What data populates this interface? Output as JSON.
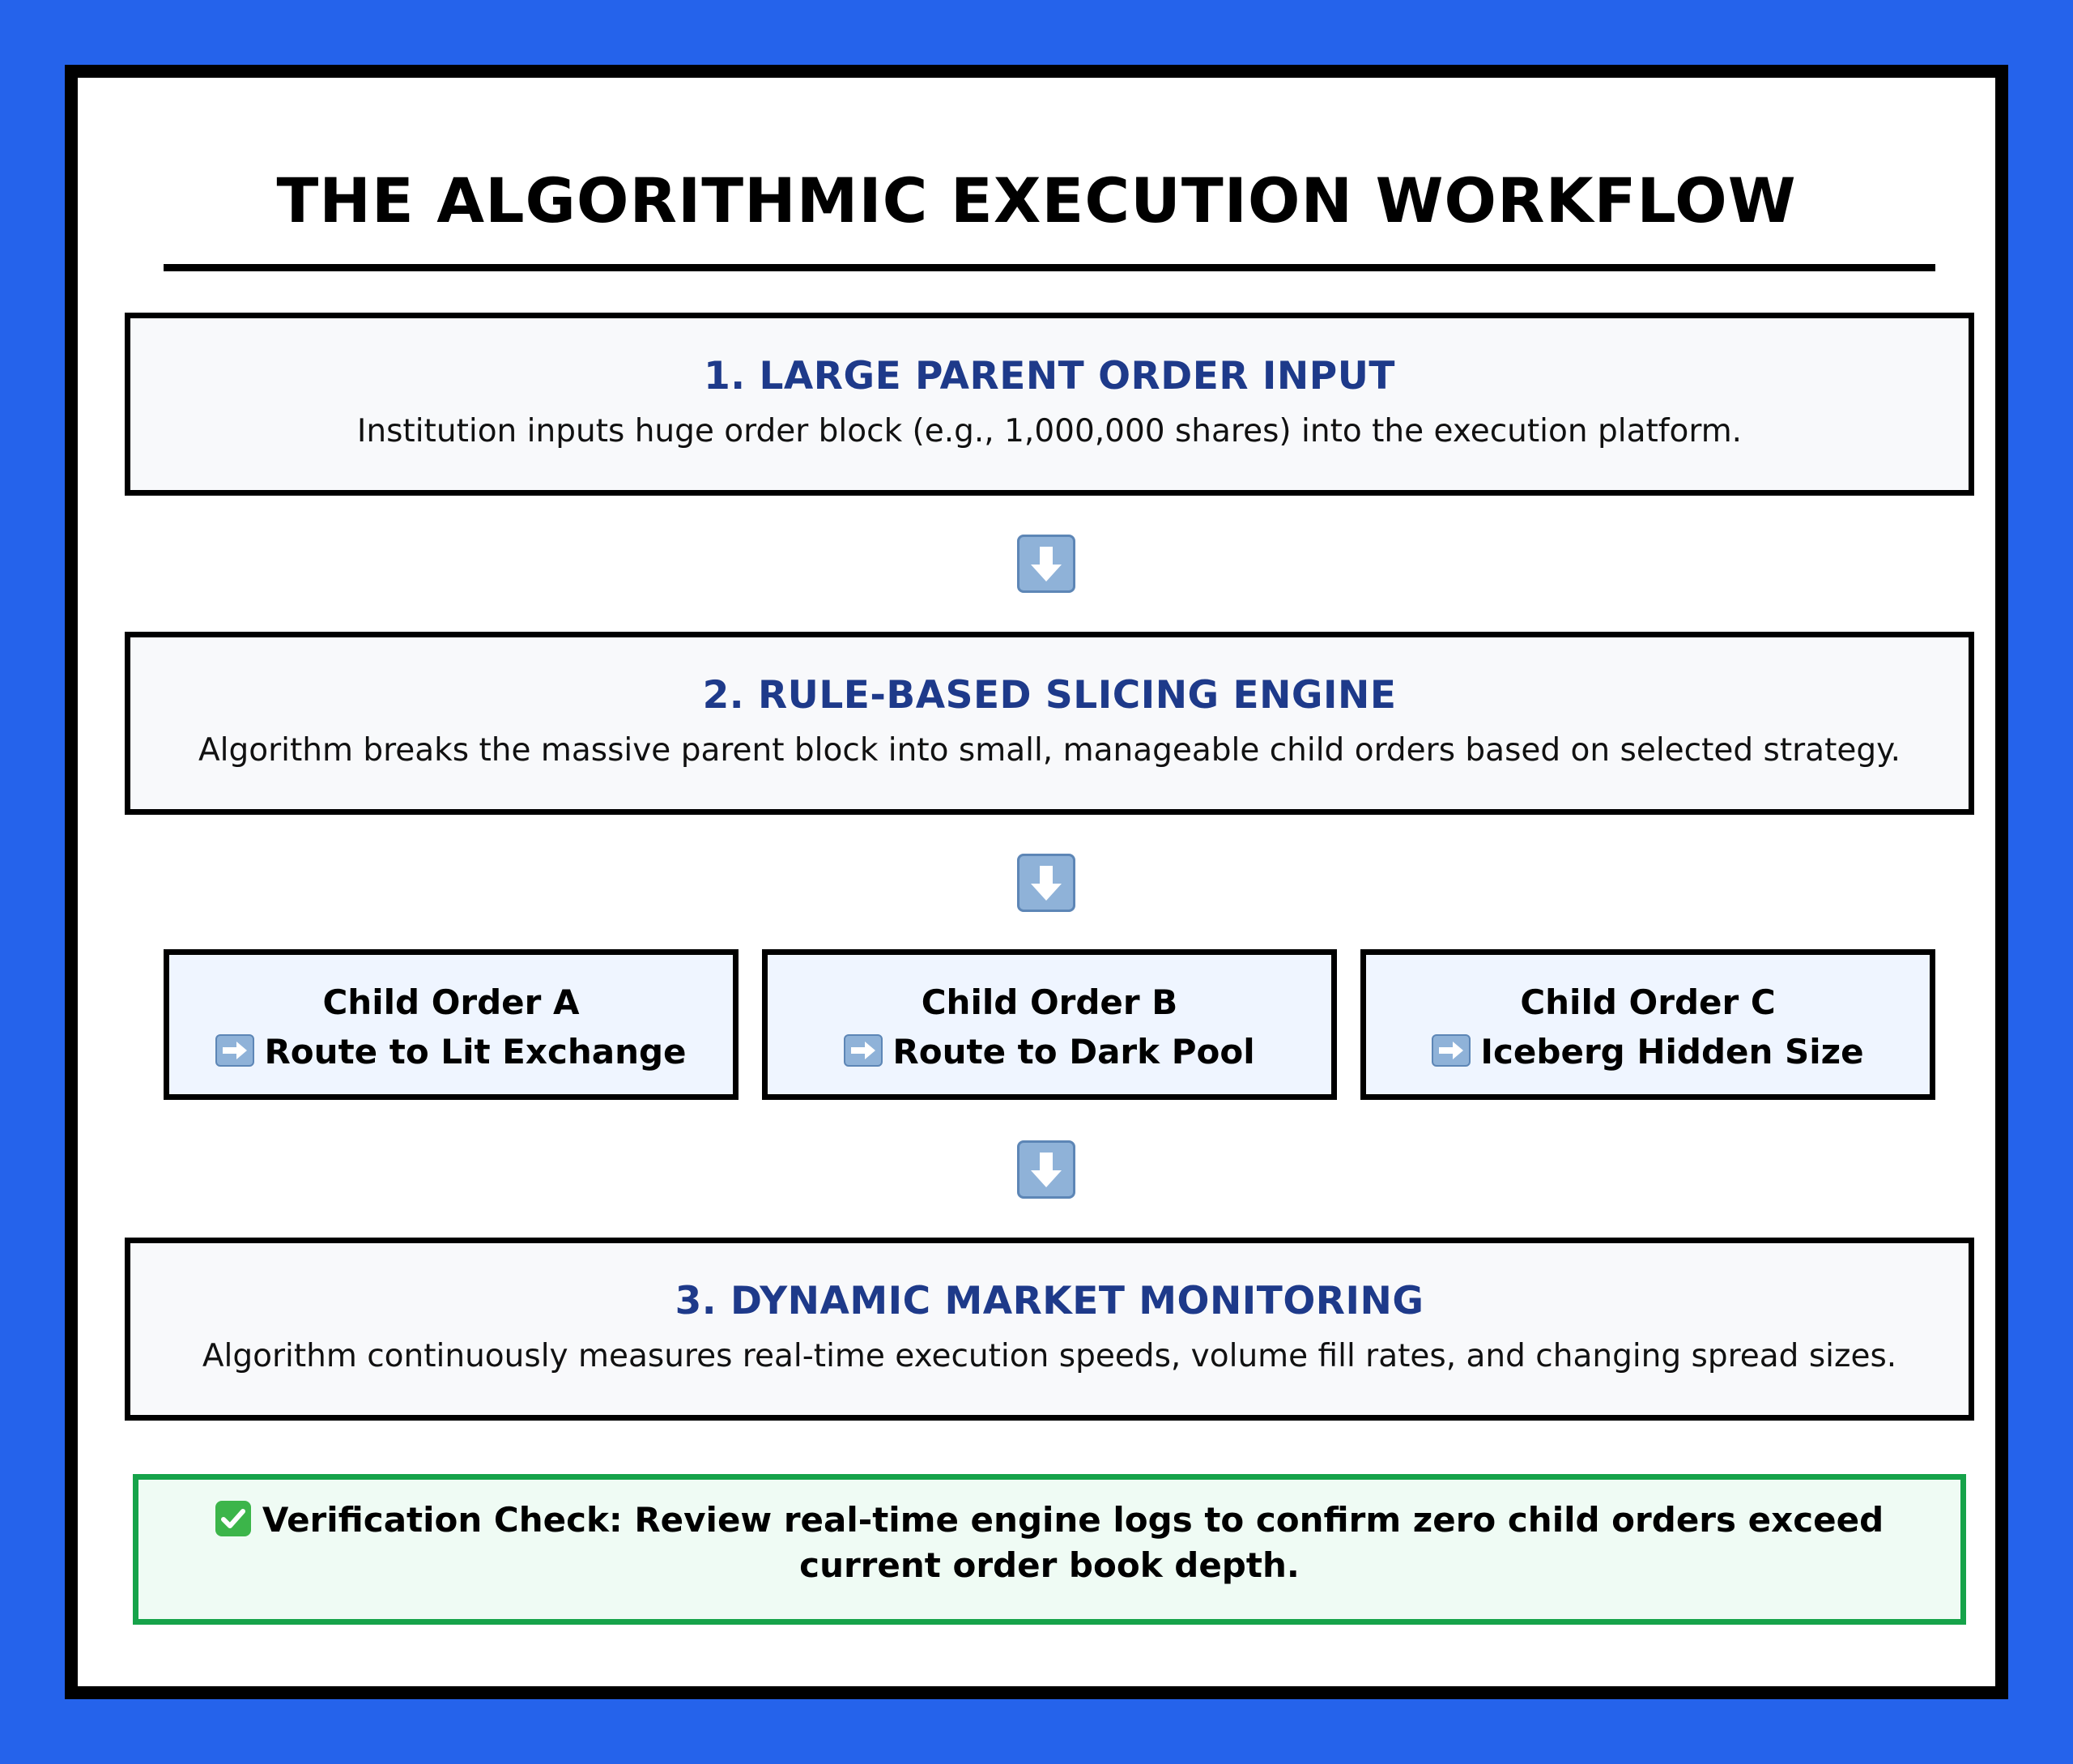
{
  "title": "THE ALGORITHMIC EXECUTION WORKFLOW",
  "steps": [
    {
      "heading": "1. LARGE PARENT ORDER INPUT",
      "description": "Institution inputs huge order block (e.g., 1,000,000 shares) into the execution platform."
    },
    {
      "heading": "2. RULE-BASED SLICING ENGINE",
      "description": "Algorithm breaks the massive parent block into small, manageable child orders based on selected strategy."
    },
    {
      "heading": "3. DYNAMIC MARKET MONITORING",
      "description": "Algorithm continuously measures real-time execution speeds, volume fill rates, and changing spread sizes."
    }
  ],
  "children": [
    {
      "name": "Child Order A",
      "route": "Route to Lit Exchange"
    },
    {
      "name": "Child Order B",
      "route": "Route to Dark Pool"
    },
    {
      "name": "Child Order C",
      "route": "Iceberg Hidden Size"
    }
  ],
  "verification": {
    "text": "Verification Check: Review real-time engine logs to confirm zero child orders exceed current order book depth."
  },
  "colors": {
    "background": "#2563eb",
    "heading": "#1e3a8a",
    "step_fill": "#f8f9fb",
    "child_fill": "#eff5ff",
    "verify_border": "#16a34a",
    "verify_fill": "#effbf4"
  },
  "icons": [
    "down-arrow-icon",
    "right-arrow-icon",
    "check-mark-icon"
  ]
}
